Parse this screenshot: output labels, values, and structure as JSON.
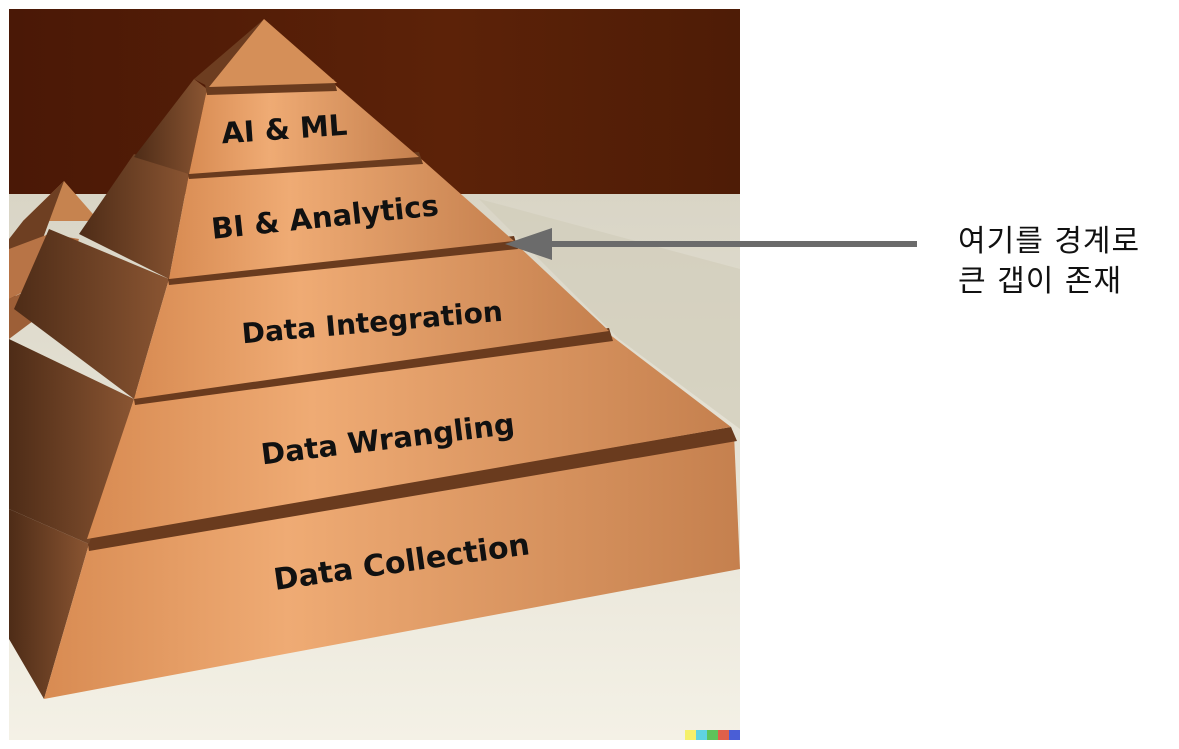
{
  "pyramid": {
    "layers": [
      {
        "label": "AI & ML"
      },
      {
        "label": "BI & Analytics"
      },
      {
        "label": "Data Integration"
      },
      {
        "label": "Data Wrangling"
      },
      {
        "label": "Data Collection"
      }
    ]
  },
  "annotation": {
    "line1": "여기를 경계로",
    "line2": "큰 갭이 존재"
  },
  "colors": {
    "wall": "#5a2108",
    "floor": "#ece9dc",
    "face_light": "#e8a36a",
    "face_dark": "#7a4a2a",
    "arrow": "#6b6b6b",
    "text": "#111111"
  },
  "watermark": {
    "colors": [
      "#f5f06a",
      "#5fd3e0",
      "#5ec35a",
      "#e0604a",
      "#4a5ed6"
    ]
  }
}
